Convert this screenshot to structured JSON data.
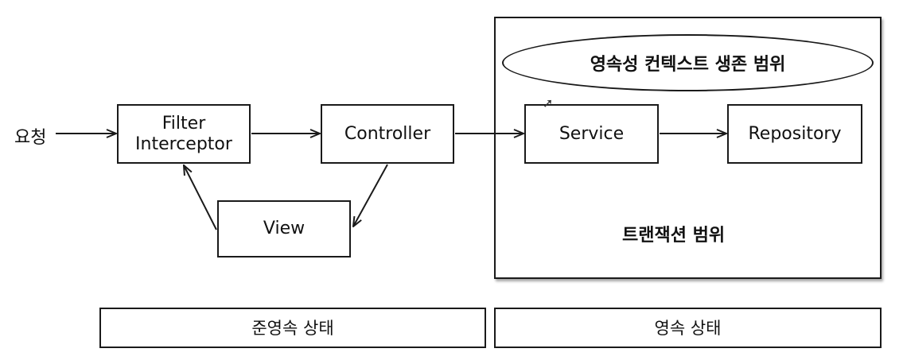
{
  "request_label": "요청",
  "boxes": {
    "filter_line1": "Filter",
    "filter_line2": "Interceptor",
    "controller": "Controller",
    "view": "View",
    "service": "Service",
    "repository": "Repository"
  },
  "scopes": {
    "persistence_context": "영속성 컨텍스트 생존 범위",
    "transaction": "트랜잭션 범위"
  },
  "states": {
    "quasi_persistent": "준영속 상태",
    "persistent": "영속 상태"
  }
}
